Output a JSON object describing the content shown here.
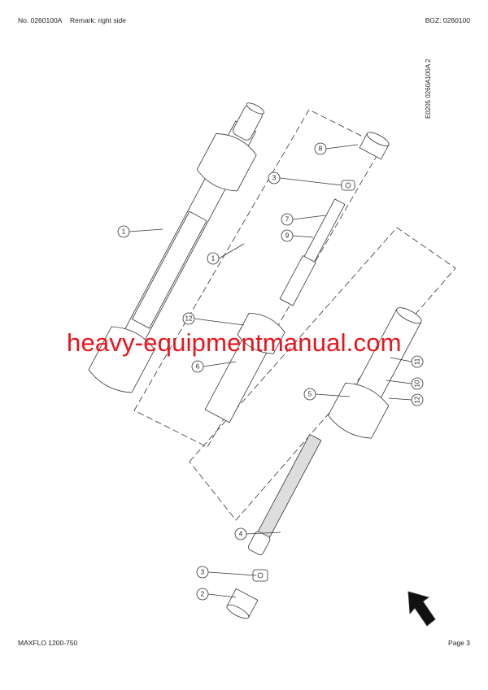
{
  "header": {
    "number": "No. 0260100A",
    "remark": "Remark: right side",
    "bgz": "BGZ: 0260100"
  },
  "drawing_code": "E0205 0260A100A 2",
  "footer": {
    "model": "MAXFLO 1200-750",
    "page": "Page 3"
  },
  "watermark": "heavy-equipmentmanual.com",
  "callouts": [
    "1",
    "1",
    "8",
    "3",
    "7",
    "9",
    "12",
    "6",
    "11",
    "10",
    "5",
    "12",
    "4",
    "3",
    "2"
  ],
  "colors": {
    "watermark": "#e8141b",
    "line": "#333333"
  }
}
